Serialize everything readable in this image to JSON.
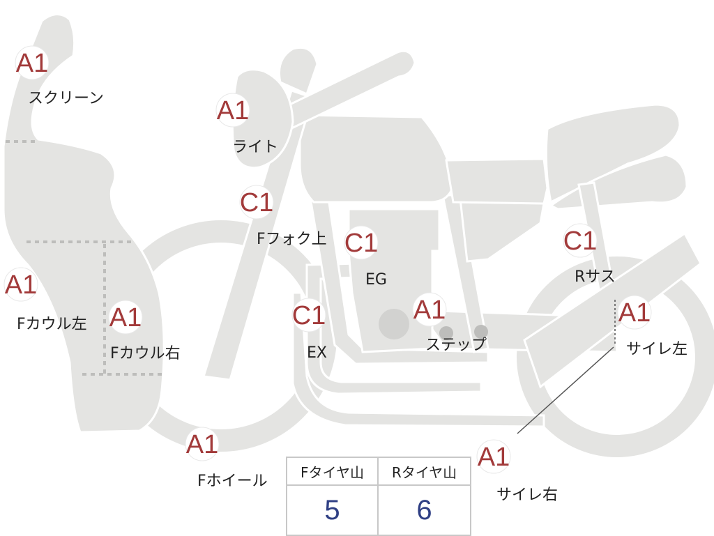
{
  "colors": {
    "body_fill": "#e4e4e2",
    "body_stroke": "#ffffff",
    "grade_text": "#a23a3a",
    "label_text": "#222222",
    "value_text": "#2f3f84"
  },
  "parts": [
    {
      "id": "screen",
      "grade": "A1",
      "label": "スクリーン"
    },
    {
      "id": "light",
      "grade": "A1",
      "label": "ライト"
    },
    {
      "id": "fork-top",
      "grade": "C1",
      "label": "Fフォク上"
    },
    {
      "id": "engine",
      "grade": "C1",
      "label": "EG"
    },
    {
      "id": "rear-sus",
      "grade": "C1",
      "label": "Rサス"
    },
    {
      "id": "cowl-left",
      "grade": "A1",
      "label": "Fカウル左"
    },
    {
      "id": "cowl-right",
      "grade": "A1",
      "label": "Fカウル右"
    },
    {
      "id": "exhaust",
      "grade": "C1",
      "label": "EX"
    },
    {
      "id": "step",
      "grade": "A1",
      "label": "ステップ"
    },
    {
      "id": "muffler-left",
      "grade": "A1",
      "label": "サイレ左"
    },
    {
      "id": "front-wheel",
      "grade": "A1",
      "label": "Fホイール"
    },
    {
      "id": "muffler-right",
      "grade": "A1",
      "label": "サイレ右"
    }
  ],
  "tire_table": {
    "headers": [
      "Fタイヤ山",
      "Rタイヤ山"
    ],
    "values": [
      "5",
      "6"
    ]
  }
}
